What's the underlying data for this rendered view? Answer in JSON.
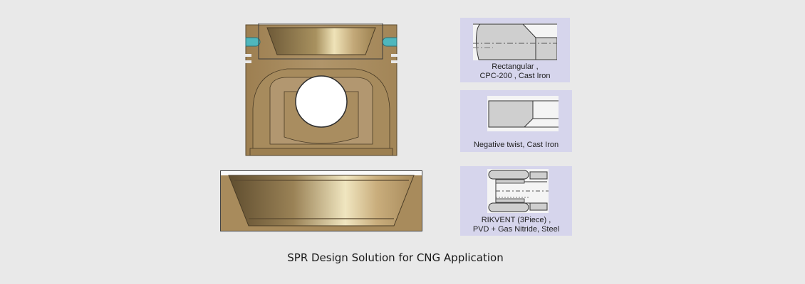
{
  "figure": {
    "caption": "SPR Design Solution for CNG Application",
    "background_color": "#e9e9e9",
    "piston_color": "#a88b5c",
    "ring_groove_color": "#4fb7bd",
    "panel_color": "#d6d5ec"
  },
  "rings": [
    {
      "label_line1": "Rectangular ,",
      "label_line2": "CPC-200 , Cast Iron"
    },
    {
      "label_line1": "Negative twist, Cast Iron",
      "label_line2": ""
    },
    {
      "label_line1": "RIKVENT  (3Piece) ,",
      "label_line2": "PVD + Gas Nitride, Steel"
    }
  ]
}
